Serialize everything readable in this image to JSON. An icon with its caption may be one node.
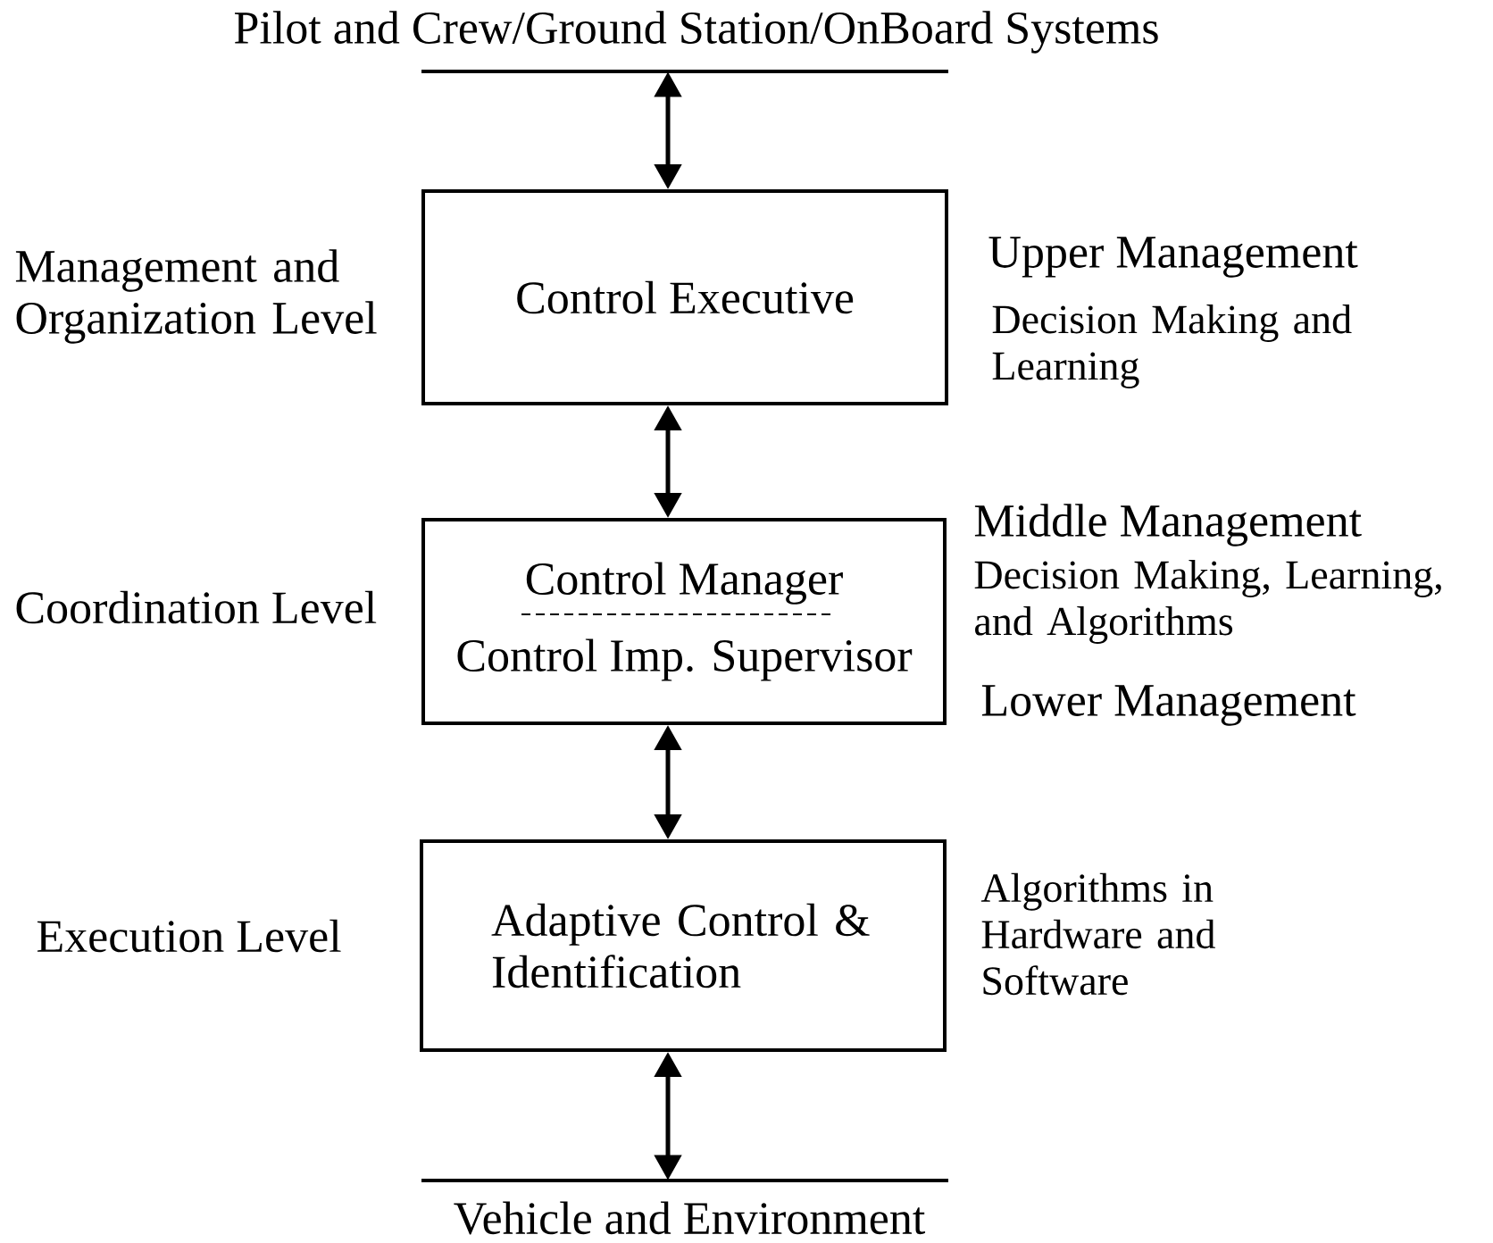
{
  "diagram": {
    "nodes": [
      {
        "text": [
          "Pilot and Crew/Ground Station/OnBoard Systems"
        ]
      },
      {
        "text": [
          "Control Executive"
        ],
        "beside": [
          "Management and Organization Level",
          "Upper Management",
          "Decision Making and Learning"
        ]
      },
      {
        "text": [
          "Control Manager",
          "Control Imp. Supervisor"
        ],
        "beside": [
          "Coordination Level",
          "Middle Management",
          "Decision Making, Learning, and Algorithms",
          "Lower Management"
        ]
      },
      {
        "text": [
          "Adaptive Control & Identification"
        ],
        "beside": [
          "Execution Level",
          "Algorithms in Hardware and Software"
        ]
      },
      {
        "text": [
          "Vehicle and Environment"
        ]
      }
    ],
    "edges": [
      {
        "from": 0,
        "to": 1,
        "arrow": "both"
      },
      {
        "from": 1,
        "to": 2,
        "arrow": "both"
      },
      {
        "from": 2,
        "to": 3,
        "arrow": "both"
      },
      {
        "from": 3,
        "to": 4,
        "arrow": "both"
      }
    ]
  }
}
